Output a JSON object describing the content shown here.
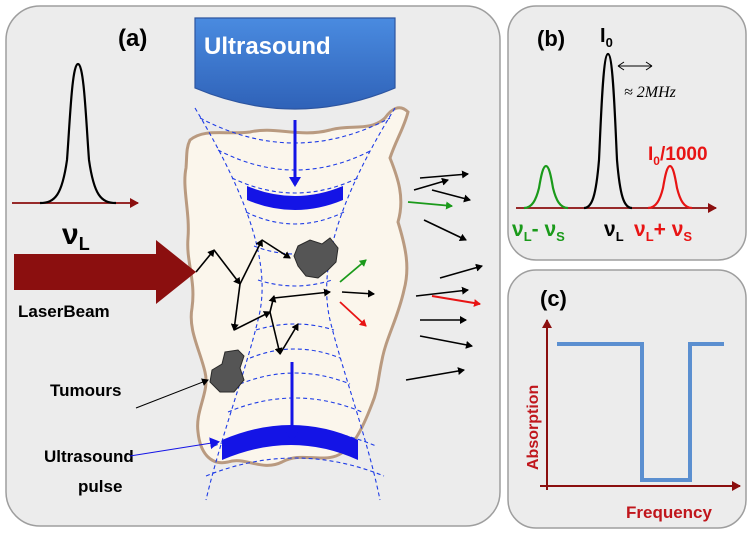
{
  "panel_a": {
    "label": "(a)",
    "transducer_label": "Ultrasound",
    "laser_freq": {
      "main": "ν",
      "sub": "L"
    },
    "laser_beam_label": "LaserBeam",
    "tumours_label": "Tumours",
    "pulse_label_line1": "Ultrasound",
    "pulse_label_line2": "pulse"
  },
  "panel_b": {
    "label": "(b)",
    "peak_label": {
      "main": "I",
      "sub": "0"
    },
    "spacing_label": "≈ 2MHz",
    "sideband_label": {
      "main": "I",
      "sub": "0",
      "rest": "/1000"
    },
    "axis_labels": {
      "lower": {
        "a": "ν",
        "a_sub": "L",
        "op": "- ν",
        "b_sub": "S"
      },
      "center": {
        "a": "ν",
        "a_sub": "L"
      },
      "upper": {
        "a": "ν",
        "a_sub": "L",
        "op": "+ ν",
        "b_sub": "S"
      }
    }
  },
  "panel_c": {
    "label": "(c)",
    "ylabel": "Absorption",
    "xlabel": "Frequency"
  },
  "colors": {
    "panel_bg": "#ececec",
    "dark_red": "#8b0f0f",
    "blue": "#1414e6",
    "transducer": "#3f7ad6",
    "green": "#1a9a1a",
    "red": "#e81414",
    "absorption_line": "#5b8fd0",
    "tissue": "#fbf6ec"
  }
}
